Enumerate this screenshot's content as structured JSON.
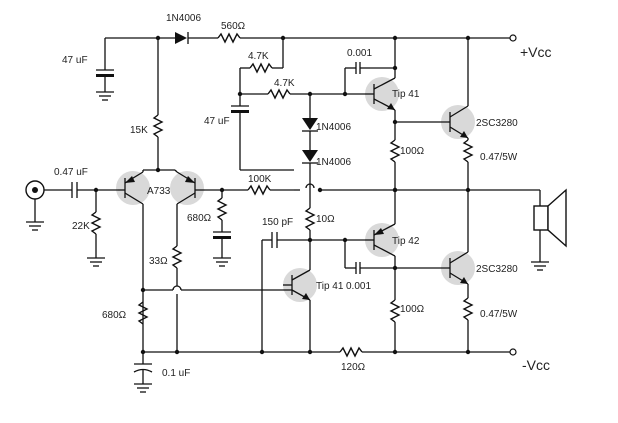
{
  "colors": {
    "wire": "#111111",
    "transistor_highlight": "#d9d9d9",
    "background": "#ffffff"
  },
  "rails": {
    "positive": "+Vcc",
    "negative": "-Vcc"
  },
  "components": {
    "d_top": "1N4006",
    "r_560": "560Ω",
    "c_47a": "47 uF",
    "r_47k_a": "4.7K",
    "r_47k_b": "4.7K",
    "c_001_top": "0.001",
    "q_tip41_top": "Tip 41",
    "c_47b": "47 uF",
    "d_mid1": "1N4006",
    "d_mid2": "1N4006",
    "q_2sc_top": "2SC3280",
    "r_15k": "15K",
    "r_100_top": "100Ω",
    "r_047_top": "0.47/5W",
    "c_input": "0.47 uF",
    "q_a733": "A733",
    "r_100k": "100K",
    "r_22k": "22K",
    "r_680_mid": "680Ω",
    "c_150p": "150 pF",
    "r_10": "10Ω",
    "q_tip42": "Tip 42",
    "r_33": "33Ω",
    "q_2sc_bot": "2SC3280",
    "q_tip41_bot": "Tip 41",
    "c_001_bot": "0.001",
    "r_680_low": "680Ω",
    "r_100_bot": "100Ω",
    "r_047_bot": "0.47/5W",
    "c_01": "0.1 uF",
    "r_120": "120Ω"
  }
}
